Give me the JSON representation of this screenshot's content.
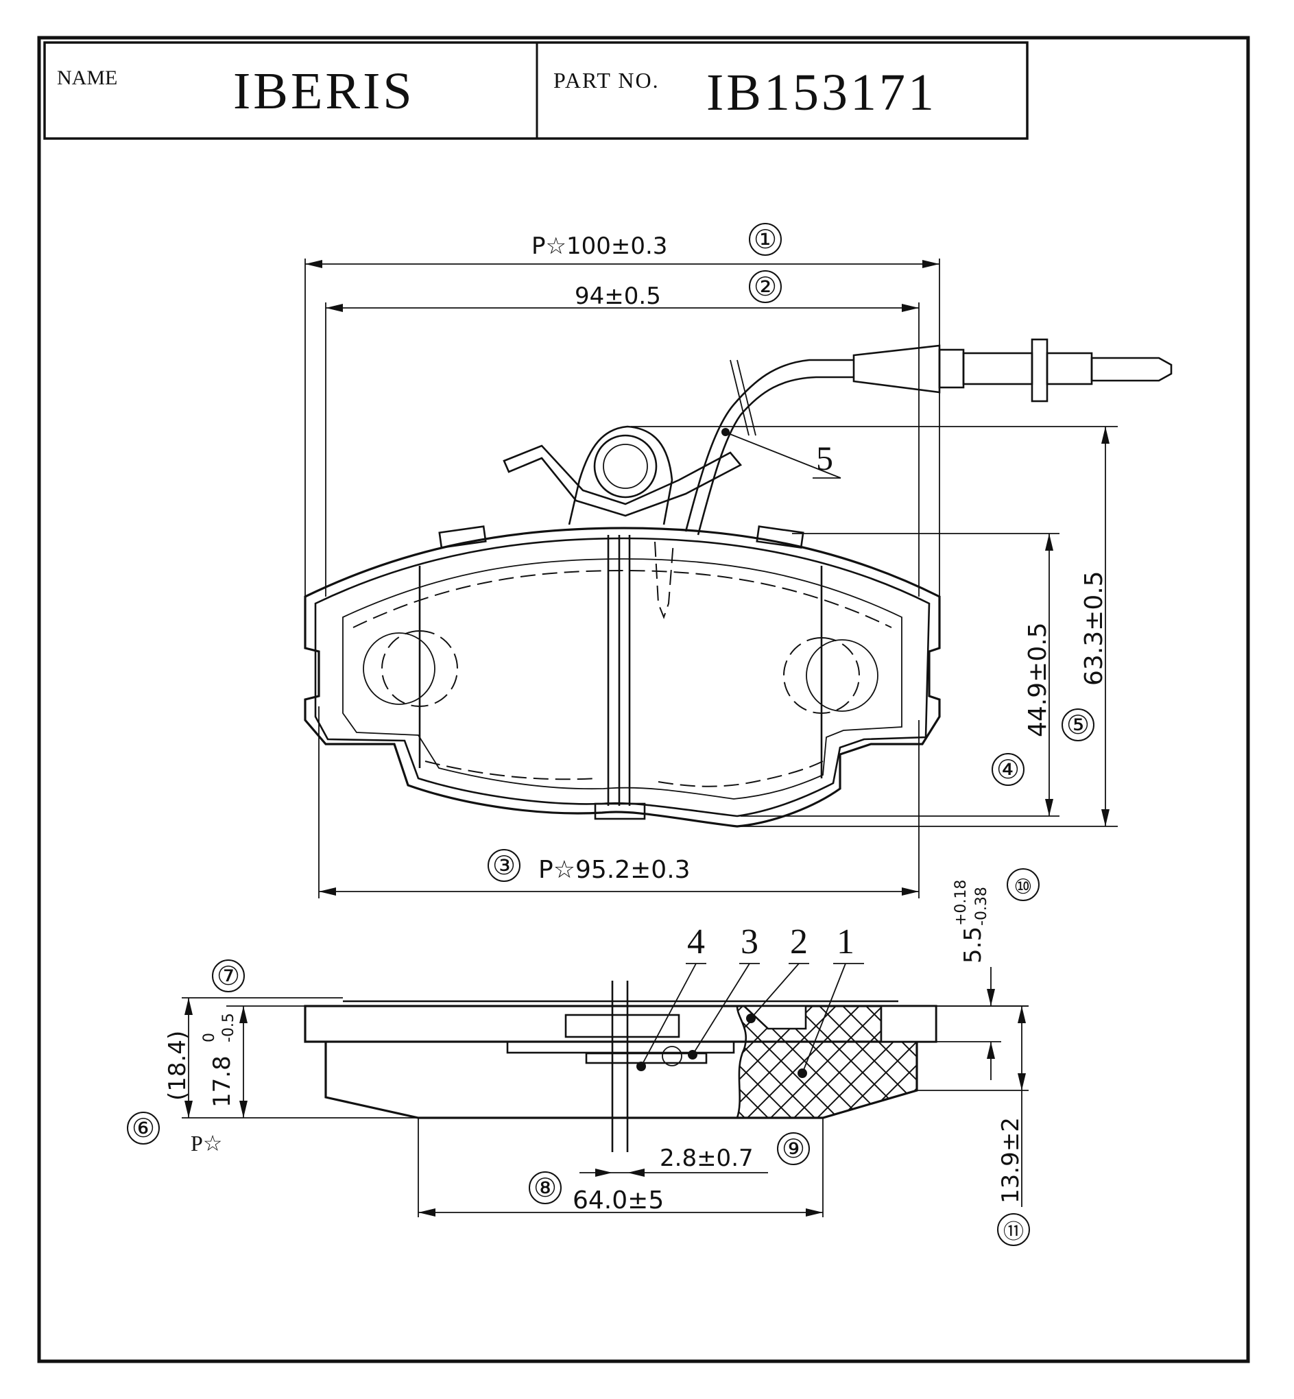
{
  "title_block": {
    "name_label": "NAME",
    "name_value": "IBERIS",
    "part_label": "PART NO.",
    "part_value": "IB153171"
  },
  "dimensions": {
    "d1": {
      "ref": "①",
      "text": "P☆100±0.3"
    },
    "d2": {
      "ref": "②",
      "text": "94±0.5"
    },
    "d3": {
      "ref": "③",
      "text": "P☆95.2±0.3"
    },
    "d4": {
      "ref": "④",
      "text": "44.9±0.5"
    },
    "d5": {
      "ref": "⑤",
      "text": "63.3±0.5"
    },
    "d6": {
      "ref": "⑥",
      "text": "17.8",
      "tol_upper": "0",
      "tol_lower": "-0.5",
      "ref_text": "(18.4)",
      "p_mark": "P☆"
    },
    "d7": {
      "ref": "⑦"
    },
    "d8": {
      "ref": "⑧",
      "text": "64.0±5"
    },
    "d9": {
      "ref": "⑨",
      "text": "2.8±0.7"
    },
    "d10": {
      "ref": "⑩",
      "text": "5.5",
      "tol_upper": "+0.18",
      "tol_lower": "-0.38"
    },
    "d11": {
      "ref": "⑪",
      "text": "13.9±2"
    }
  },
  "callouts": {
    "sensor": "5",
    "layers": [
      "4",
      "3",
      "2",
      "1"
    ]
  }
}
